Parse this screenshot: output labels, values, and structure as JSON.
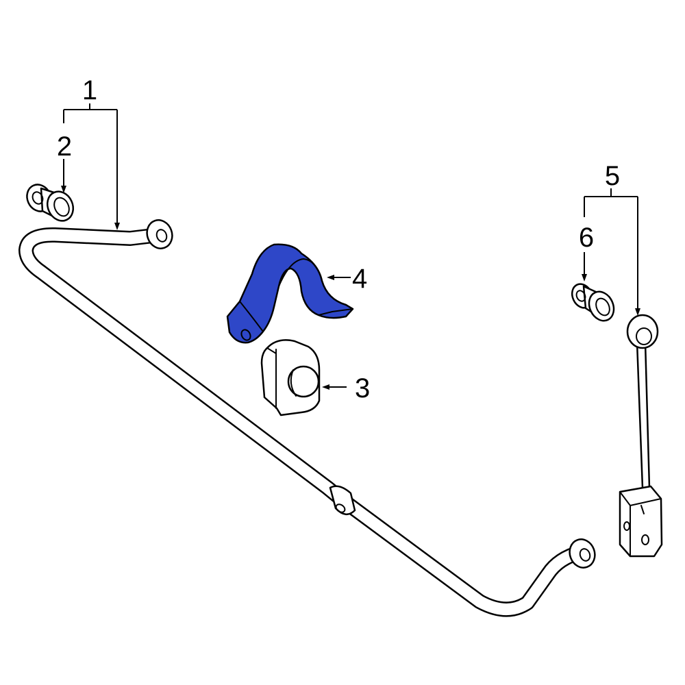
{
  "diagram": {
    "highlight_color": "#2e47c8",
    "outline_color": "#000000",
    "background_color": "#ffffff",
    "callouts": [
      {
        "id": "1",
        "label": "1"
      },
      {
        "id": "2",
        "label": "2"
      },
      {
        "id": "3",
        "label": "3"
      },
      {
        "id": "4",
        "label": "4"
      },
      {
        "id": "5",
        "label": "5"
      },
      {
        "id": "6",
        "label": "6"
      }
    ],
    "highlighted_part": "4"
  }
}
